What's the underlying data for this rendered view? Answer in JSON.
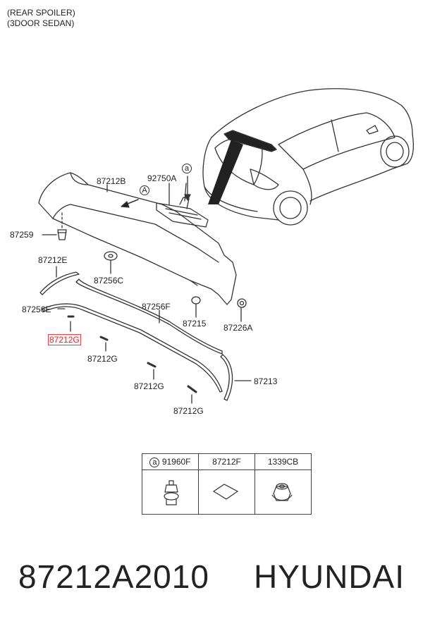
{
  "header": {
    "line1": "(REAR SPOILER)",
    "line2": "(3DOOR SEDAN)"
  },
  "labels": {
    "p87212B": "87212B",
    "p92750A": "92750A",
    "ref_a": "a",
    "view_A": "A",
    "p87259": "87259",
    "p87212E": "87212E",
    "p87256C": "87256C",
    "p87256E": "87256E",
    "p87256F": "87256F",
    "p87215": "87215",
    "p87226A": "87226A",
    "p87212G_highlight": "87212G",
    "p87212G_1": "87212G",
    "p87212G_2": "87212G",
    "p87212G_3": "87212G",
    "p87213": "87213"
  },
  "legend": {
    "ref": "a",
    "col1": "91960F",
    "col2": "87212F",
    "col3": "1339CB"
  },
  "footer": {
    "part_number": "87212A2010",
    "brand": "HYUNDAI"
  },
  "colors": {
    "line": "#333333",
    "highlight": "#e0474c"
  }
}
